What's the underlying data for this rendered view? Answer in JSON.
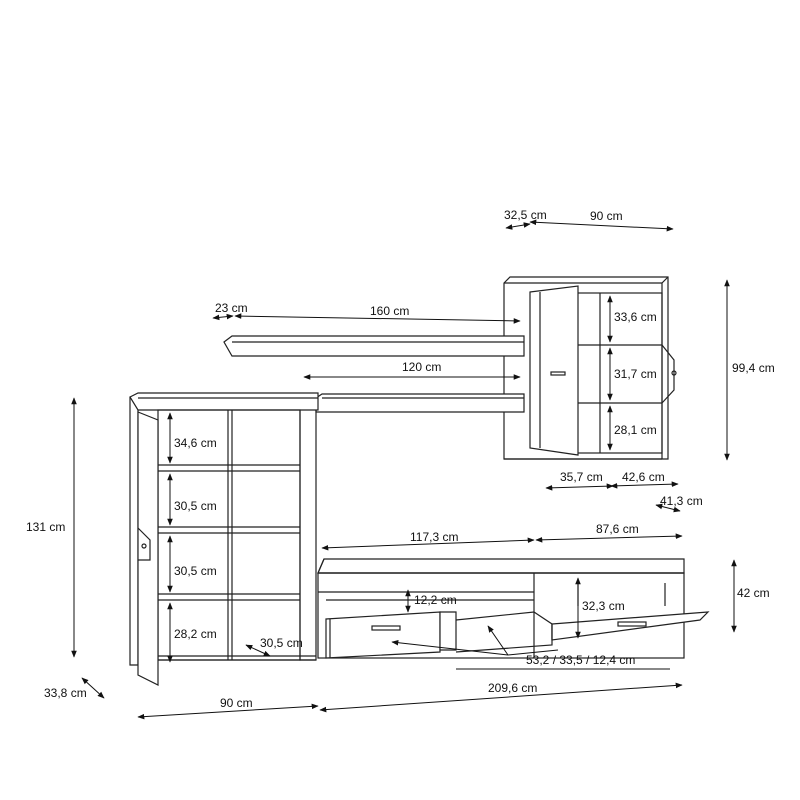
{
  "labels": {
    "top_depth": "32,5 cm",
    "top_width": "90 cm",
    "shelf_depth": "23 cm",
    "shelf_long": "160 cm",
    "shelf_short": "120 cm",
    "wall_comp1": "33,6 cm",
    "wall_comp2": "31,7 cm",
    "wall_comp3": "28,1 cm",
    "wall_height": "99,4 cm",
    "wall_split_left": "35,7 cm",
    "wall_split_right": "42,6 cm",
    "wall_inner_depth": "41,3 cm",
    "book_comp1": "34,6 cm",
    "book_comp2": "30,5 cm",
    "book_comp3": "30,5 cm",
    "book_comp4": "28,2 cm",
    "book_comp_width": "30,5 cm",
    "book_height": "131 cm",
    "book_depth": "33,8 cm",
    "book_width": "90 cm",
    "tv_left_width": "117,3 cm",
    "tv_right_width": "87,6 cm",
    "tv_drawer_h": "12,2 cm",
    "tv_comp_h": "32,3 cm",
    "tv_height": "42 cm",
    "tv_drawer_dims": "53,2 / 33,5 / 12,4 cm",
    "tv_total_width": "209,6 cm"
  }
}
